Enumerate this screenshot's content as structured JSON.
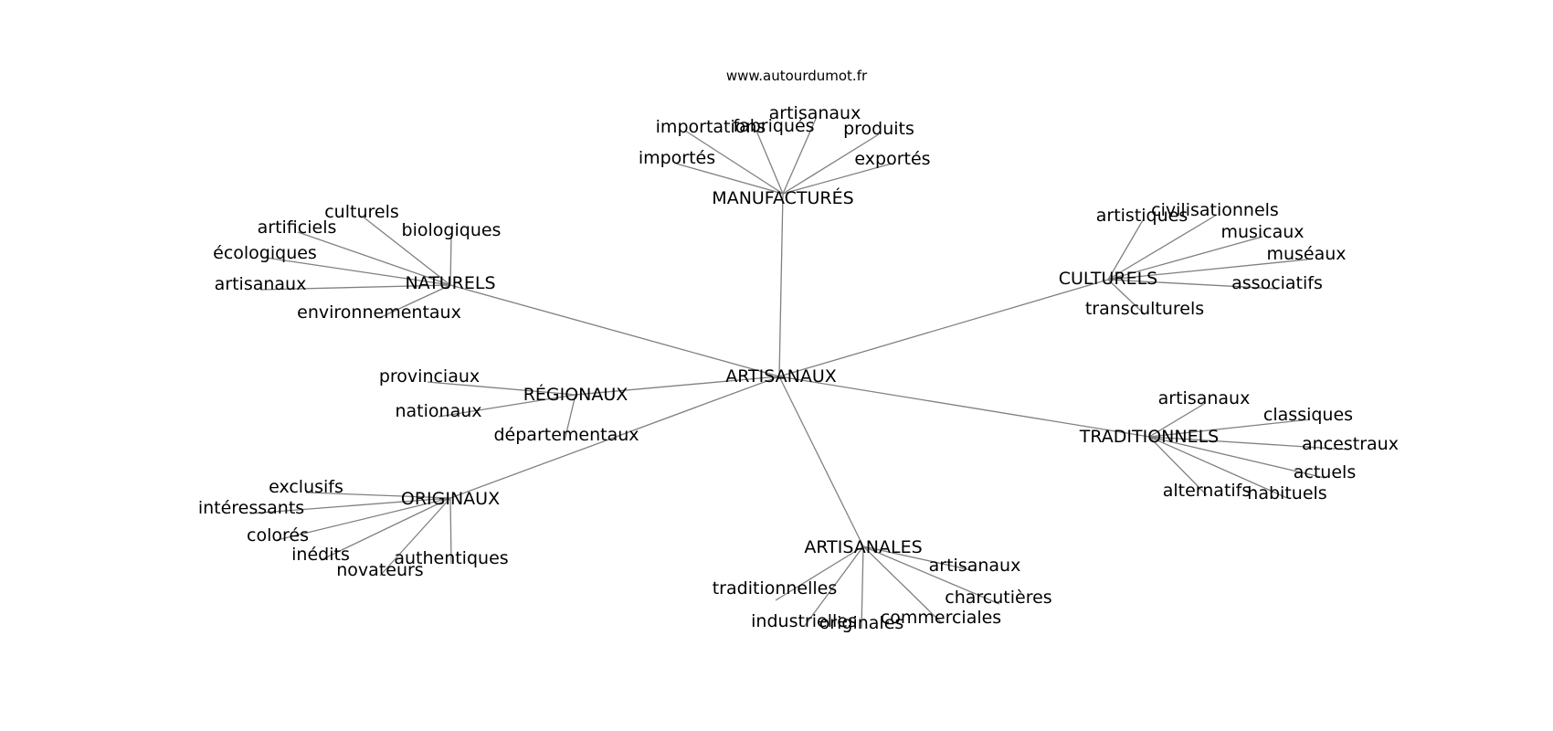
{
  "source": "www.autourdumot.fr",
  "colors": {
    "edge": "#808080",
    "text": "#000000",
    "background": "#ffffff"
  },
  "root": "ARTISANAUX",
  "groups": [
    {
      "label": "MANUFACTURÉS",
      "terms": [
        "importations",
        "fabriqués",
        "artisanaux",
        "produits",
        "importés",
        "exportés"
      ]
    },
    {
      "label": "NATURELS",
      "terms": [
        "culturels",
        "artificiels",
        "biologiques",
        "écologiques",
        "artisanaux",
        "environnementaux"
      ]
    },
    {
      "label": "CULTURELS",
      "terms": [
        "artistiques",
        "civilisationnels",
        "musicaux",
        "muséaux",
        "associatifs",
        "transculturels"
      ]
    },
    {
      "label": "RÉGIONAUX",
      "terms": [
        "provinciaux",
        "nationaux",
        "départementaux"
      ]
    },
    {
      "label": "TRADITIONNELS",
      "terms": [
        "artisanaux",
        "classiques",
        "ancestraux",
        "actuels",
        "alternatifs",
        "habituels"
      ]
    },
    {
      "label": "ORIGINAUX",
      "terms": [
        "exclusifs",
        "intéressants",
        "colorés",
        "inédits",
        "novateurs",
        "authentiques"
      ]
    },
    {
      "label": "ARTISANALES",
      "terms": [
        "artisanaux",
        "traditionnelles",
        "charcutières",
        "industrielles",
        "originales",
        "commerciales"
      ]
    }
  ]
}
